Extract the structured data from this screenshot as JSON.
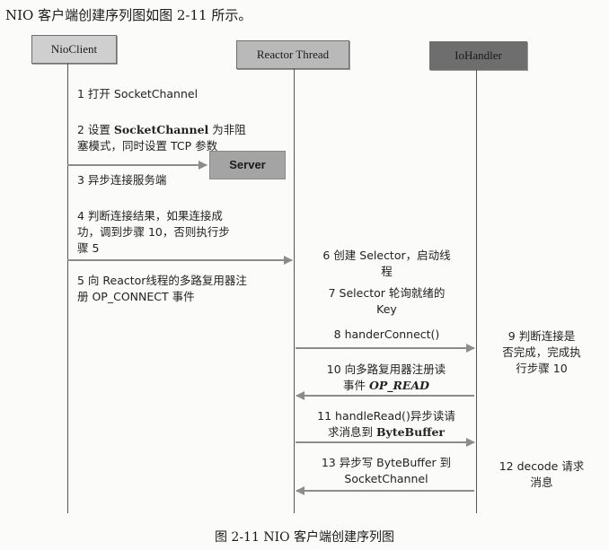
{
  "intro": "NIO 客户端创建序列图如图 2-11 所示。",
  "participants": {
    "client": "NioClient",
    "reactor": "Reactor Thread",
    "handler": "IoHandler"
  },
  "server_label": "Server",
  "steps": {
    "s1": "1  打开  SocketChannel",
    "s2_prefix": "2  设置  ",
    "s2_bold": "SocketChannel",
    "s2_rest_line1": " 为非阻",
    "s2_line2": "塞模式，同时设置 TCP 参数",
    "s3": "3  异步连接服务端",
    "s4_line1": "4  判断连接结果，如果连接成",
    "s4_line2": "功，调到步骤 10，否则执行步",
    "s4_line3": "骤 5",
    "s5_line1": "5  向 Reactor线程的多路复用器注",
    "s5_line2": "册 OP_CONNECT 事件",
    "s6_line1": "6  创建 Selector，启动线",
    "s6_line2": "程",
    "s7_line1": "7 Selector 轮询就绪的",
    "s7_line2": "Key",
    "s8": "8  handerConnect()",
    "s9_line1": "9  判断连接是",
    "s9_line2": "否完成，完成执",
    "s9_line3": "行步骤 10",
    "s10_line1": "10  向多路复用器注册读",
    "s10_line2_prefix": "事件 ",
    "s10_line2_bold": "OP_READ",
    "s11_line1": "11 handleRead()异步读请",
    "s11_line2_prefix": "求消息到 ",
    "s11_line2_bold": "ByteBuffer",
    "s12_line1": "12 decode  请求",
    "s12_line2": "消息",
    "s13_line1": "13  异步写  ByteBuffer 到",
    "s13_line2": "SocketChannel"
  },
  "caption": "图 2-11    NIO 客户端创建序列图",
  "colors": {
    "client_header": "#cfcfcf",
    "reactor_header": "#b9b9b9",
    "handler_header": "#6e6e6e",
    "arrow": "#8c8c8c"
  }
}
